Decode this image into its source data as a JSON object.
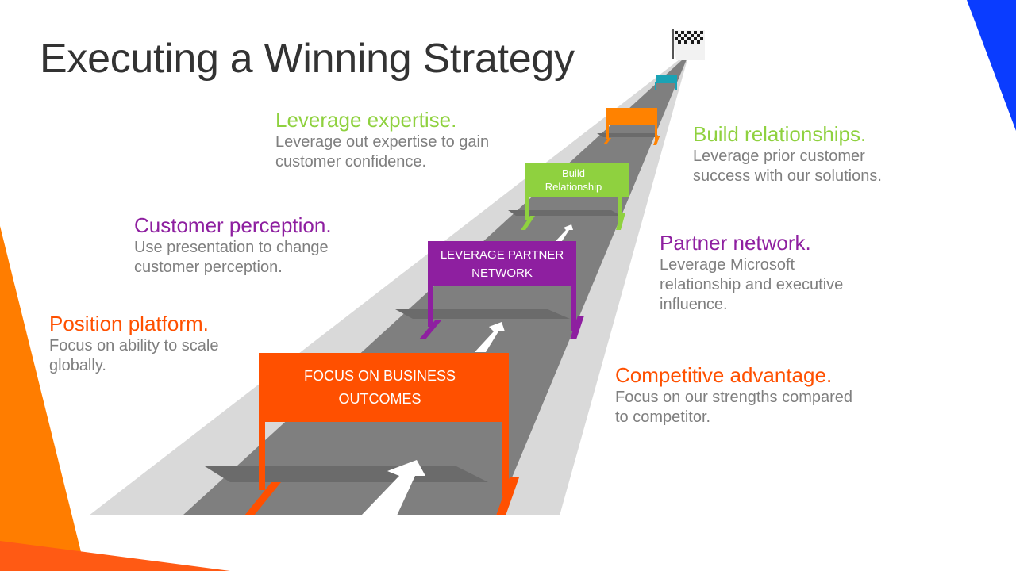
{
  "slide": {
    "title": "Executing a Winning Strategy"
  },
  "colors": {
    "orange": "#ff5000",
    "purple": "#8e1fa0",
    "green": "#8fd13f",
    "teal": "#1aa3b5",
    "light_orange": "#ff8200",
    "road_gray": "#7f7f7f",
    "shoulder_gray": "#d9d9d9",
    "accent_blue": "#0a3cff"
  },
  "signs": {
    "business_outcomes": "FOCUS ON BUSINESS OUTCOMES",
    "partner_network": "LEVERAGE PARTNER NETWORK",
    "build_relationship": "Build Relationship"
  },
  "callouts": {
    "position_platform": {
      "heading": "Position platform.",
      "body": "Focus on ability to scale globally."
    },
    "customer_perception": {
      "heading": "Customer perception.",
      "body": "Use presentation to change customer perception."
    },
    "leverage_expertise": {
      "heading": "Leverage expertise.",
      "body": "Leverage out expertise to gain customer confidence."
    },
    "build_relationships": {
      "heading": "Build relationships.",
      "body": "Leverage prior customer success with our solutions."
    },
    "partner_network": {
      "heading": "Partner network.",
      "body": "Leverage Microsoft relationship and executive influence."
    },
    "competitive_advantage": {
      "heading": "Competitive advantage.",
      "body": "Focus on our strengths compared to competitor."
    }
  },
  "icons": {
    "finish": "checkered-flag-icon",
    "direction": "arrow-icon"
  }
}
